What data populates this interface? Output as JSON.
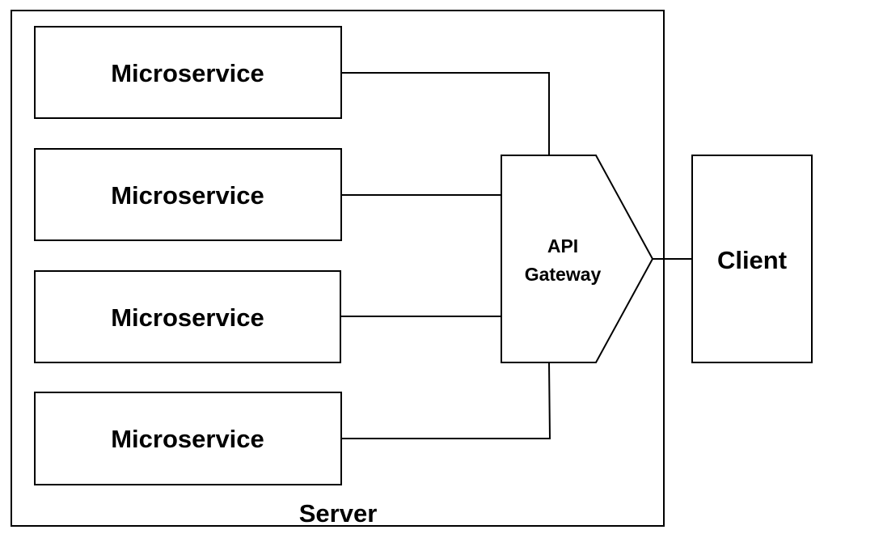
{
  "diagram": {
    "server_label": "Server",
    "microservices": [
      {
        "label": "Microservice"
      },
      {
        "label": "Microservice"
      },
      {
        "label": "Microservice"
      },
      {
        "label": "Microservice"
      }
    ],
    "gateway": {
      "label_line1": "API",
      "label_line2": "Gateway"
    },
    "client_label": "Client"
  }
}
